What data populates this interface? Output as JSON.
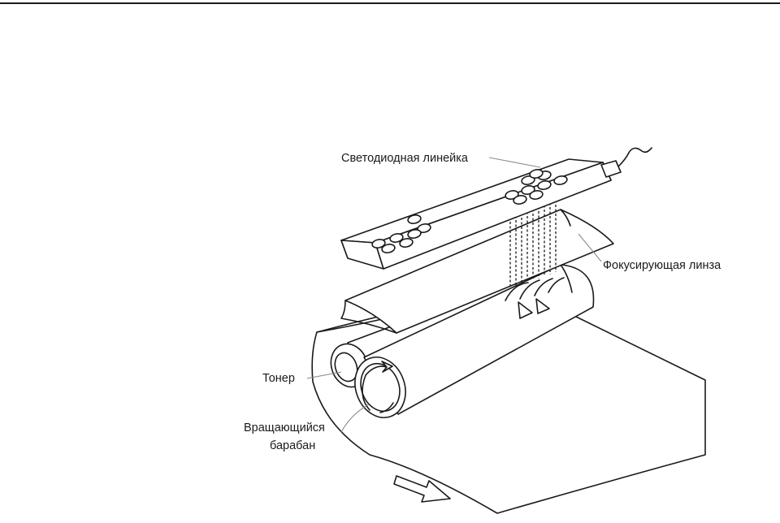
{
  "labels": {
    "led_bar": "Светодиодная линейка",
    "lens": "Фокусирующая линза",
    "toner": "Тонер",
    "drum_line1": "Вращающийся",
    "drum_line2": "барабан"
  },
  "icons": {
    "paper_direction": "hollow-arrow-icon",
    "drum_rotation": "circular-arrow-icon"
  },
  "colors": {
    "line": "#1a1a1a",
    "leader": "#8c8c8c",
    "background": "#ffffff"
  }
}
